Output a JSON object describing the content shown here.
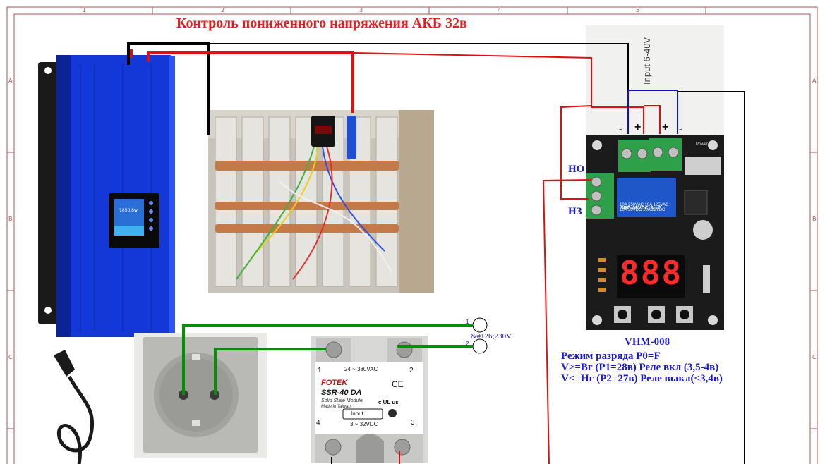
{
  "title": "Контроль пониженного напряжения АКБ 32в",
  "ruler": {
    "cols": [
      "1",
      "2",
      "3",
      "4",
      "5"
    ],
    "rows": [
      "A",
      "B",
      "C"
    ]
  },
  "inverter": {
    "display_value": "1850.8w"
  },
  "module": {
    "input_label": "Input 6-40V",
    "terminal_minus_1": "-",
    "terminal_plus_1": "+",
    "terminal_plus_2": "+",
    "terminal_minus_2": "-",
    "power_label": "Power",
    "no_label": "НО",
    "nc_label": "НЗ",
    "relay_brand": "SRD-05VDC-SL-C",
    "relay_spec_1": "10A 250VAC 10A 125VAC",
    "relay_spec_2": "10A 30VDC 10A 28VDC",
    "display_digits": "888",
    "model": "VHM-008",
    "mode_line": "Режим разряда P0=F",
    "upper_line": "V>=Вг (P1=28в) Реле вкл (3,5-4в)",
    "lower_line": "V<=Нг (P2=27в) Реле выкл(<3,4в)"
  },
  "ssr": {
    "brand": "FOTEK",
    "model": "SSR-40 DA",
    "subtitle": "Solid State Module",
    "made_in": "Made in Taiwan",
    "ac_range": "24 ~ 380VAC",
    "input_label": "Input",
    "dc_range": "3 ~ 32VDC",
    "pin1": "1",
    "pin2": "2",
    "pin3": "3",
    "pin4": "4",
    "ce": "CE",
    "ul": "c UL us"
  },
  "connector": {
    "pin1": "1",
    "pin2": "2",
    "voltage_label": "&#126;230V"
  },
  "colors": {
    "title": "#e0201c",
    "label_blue": "#1a1ad0",
    "wire_red": "#e01010",
    "wire_black": "#000000",
    "wire_blue": "#1010c0",
    "wire_green": "#009000",
    "frame": "#b05050",
    "inverter_blue": "#1438d8",
    "pcb_dark": "#1b1b1b",
    "terminal_green": "#2fa04a",
    "relay_blue": "#1f57c8",
    "led_red": "#ff2a2a"
  }
}
